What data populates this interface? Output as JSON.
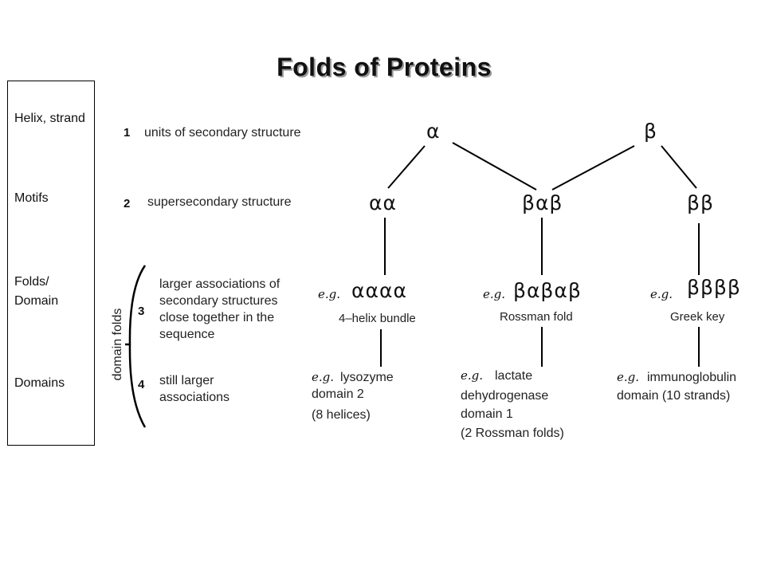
{
  "title": "Folds of Proteins",
  "sidebar": {
    "items": [
      {
        "label": "Helix, strand"
      },
      {
        "label": "Motifs"
      },
      {
        "label": "Folds/ Domain"
      },
      {
        "label": "Domains"
      }
    ]
  },
  "levels": [
    {
      "number": "1",
      "text": "units of secondary structure"
    },
    {
      "number": "2",
      "text": "supersecondary structure"
    },
    {
      "number": "3",
      "text": "larger associations of secondary structures close together in the sequence"
    },
    {
      "number": "4",
      "text": "still larger associations"
    }
  ],
  "bracket_label": "domain folds",
  "tree": {
    "level1": [
      "α",
      "β"
    ],
    "level2": [
      "αα",
      "βαβ",
      "ββ"
    ],
    "eg": "e.g.",
    "folds": [
      {
        "symbol": "αααα",
        "name": "4–helix bundle"
      },
      {
        "symbol": "βαβαβ",
        "name": "Rossman fold"
      },
      {
        "symbol": "ββββ",
        "name": "Greek key"
      }
    ],
    "examples": [
      {
        "lines": [
          "lysozyme",
          "domain 2",
          "(8 helices)"
        ]
      },
      {
        "lines": [
          "lactate",
          "dehydrogenase",
          "domain 1",
          "(2 Rossman folds)"
        ]
      },
      {
        "lines": [
          "immunoglobulin",
          "domain (10 strands)"
        ]
      }
    ]
  }
}
